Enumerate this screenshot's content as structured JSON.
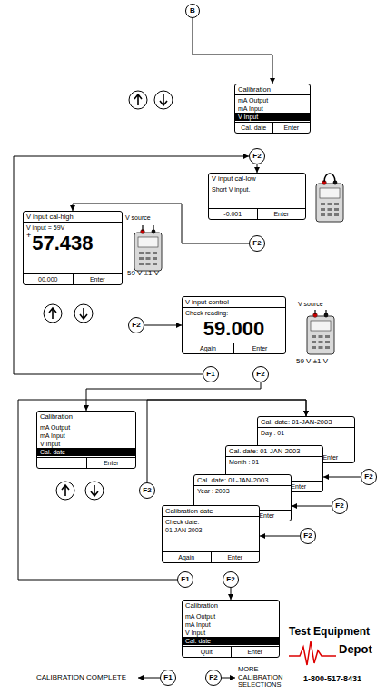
{
  "diagram": {
    "nodes": [
      {
        "text": [
          "B"
        ]
      },
      {
        "text": [
          "Calibration",
          "mA Output",
          "mA Input",
          "V Input",
          "Cal. date",
          "Enter"
        ]
      },
      {
        "text": [
          "F2"
        ]
      },
      {
        "text": [
          "V input cal-low",
          "Short V input.",
          "-0.001",
          "Enter"
        ]
      },
      {
        "text": [
          "F2"
        ]
      },
      {
        "text": [
          "V input cal-high",
          "V input = 59V",
          "+",
          "57.438",
          "00.000",
          "Enter"
        ]
      },
      {
        "text": [
          "F2"
        ]
      },
      {
        "text": [
          "V input control",
          "Check reading:",
          "59.000",
          "Again",
          "Enter"
        ]
      },
      {
        "text": [
          "F1"
        ]
      },
      {
        "text": [
          "F2"
        ]
      },
      {
        "text": [
          "Calibration",
          "mA Output",
          "mA Input",
          "V Input",
          "Cal. date",
          "Enter"
        ]
      },
      {
        "text": [
          "F2"
        ]
      },
      {
        "text": [
          "Cal. date: 01-JAN-2003",
          "Day : 01",
          "Enter"
        ]
      },
      {
        "text": [
          "F2"
        ]
      },
      {
        "text": [
          "Cal. date: 01-JAN-2003",
          "Month : 01",
          "Enter"
        ]
      },
      {
        "text": [
          "F2"
        ]
      },
      {
        "text": [
          "Cal. date: 01-JAN-2003",
          "Year : 2003",
          "Enter"
        ]
      },
      {
        "text": [
          "F2"
        ]
      },
      {
        "text": [
          "Calibration date",
          "Check date:",
          "01 JAN 2003",
          "Again",
          "Enter"
        ]
      },
      {
        "text": [
          "F1"
        ]
      },
      {
        "text": [
          "F2"
        ]
      },
      {
        "text": [
          "Calibration",
          "mA Output",
          "mA Input",
          "V Input",
          "Cal. date",
          "Quit",
          "Enter"
        ]
      },
      {
        "text": [
          "F1"
        ]
      },
      {
        "text": [
          "F2"
        ]
      }
    ],
    "edges": [
      {
        "from": 0,
        "to": 1,
        "arrow": "to"
      },
      {
        "from": 2,
        "to": 3,
        "arrow": "to"
      },
      {
        "from": 4,
        "to": 5,
        "arrow": "to"
      },
      {
        "from": 6,
        "to": 7,
        "arrow": "to"
      },
      {
        "from": 8,
        "to": 2,
        "arrow": "to"
      },
      {
        "from": 9,
        "to": 10,
        "arrow": "to"
      },
      {
        "from": 11,
        "to": 12,
        "arrow": "to"
      },
      {
        "from": 13,
        "to": 14,
        "arrow": "to"
      },
      {
        "from": 15,
        "to": 16,
        "arrow": "to"
      },
      {
        "from": 17,
        "to": 18,
        "arrow": "to"
      },
      {
        "from": 19,
        "to": 12,
        "arrow": "to"
      },
      {
        "from": 20,
        "to": 21,
        "arrow": "to"
      }
    ],
    "labels": [
      "V source",
      "59 V ±1 V",
      "V source",
      "59 V ±1 V",
      "CALIBRATION COMPLETE",
      "MORE CALIBRATION SELECTIONS",
      "Test Equipment",
      "Depot",
      "1-800-517-8431"
    ]
  }
}
